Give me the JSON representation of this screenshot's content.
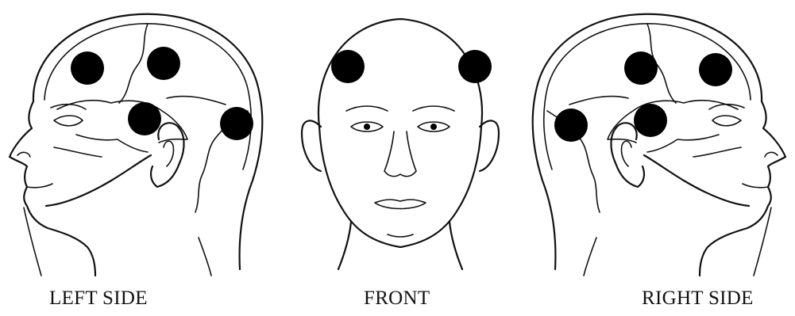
{
  "captions": {
    "left": "LEFT SIDE",
    "front": "FRONT",
    "right": "RIGHT SIDE"
  },
  "figures": [
    {
      "id": "left-side",
      "view": "left profile",
      "marker_count": 4
    },
    {
      "id": "front",
      "view": "frontal",
      "marker_count": 2
    },
    {
      "id": "right-side",
      "view": "right profile",
      "marker_count": 4
    }
  ],
  "colors": {
    "line": "#111111",
    "marker": "#000000",
    "background": "#ffffff"
  },
  "icons": [
    "head-left-profile-icon",
    "head-front-icon",
    "head-right-profile-icon"
  ]
}
